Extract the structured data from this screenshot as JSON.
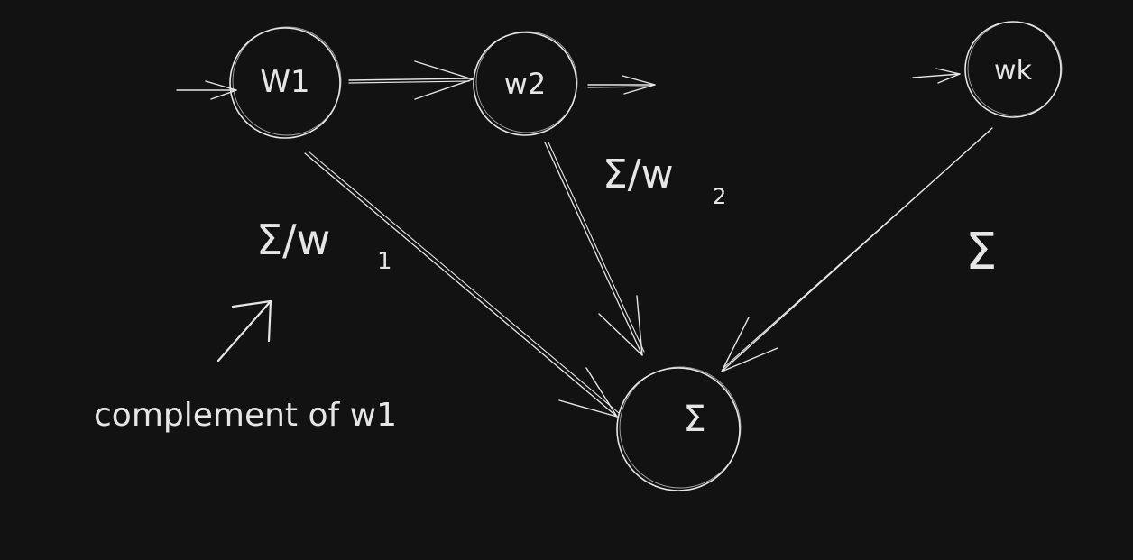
{
  "colors": {
    "background": "#121212",
    "ink": "#e6e6e6"
  },
  "nodes": {
    "w1": {
      "label": "W1"
    },
    "w2": {
      "label": "w2"
    },
    "wk": {
      "label": "wk"
    },
    "sum": {
      "label": "Σ"
    }
  },
  "labels": {
    "sigma_div_w1_main": "Σ/w",
    "sigma_div_w1_sub": "1",
    "sigma_div_w2_main": "Σ/w",
    "sigma_div_w2_sub": "2",
    "sigma_k": "Σ",
    "complement": "complement of w1"
  }
}
